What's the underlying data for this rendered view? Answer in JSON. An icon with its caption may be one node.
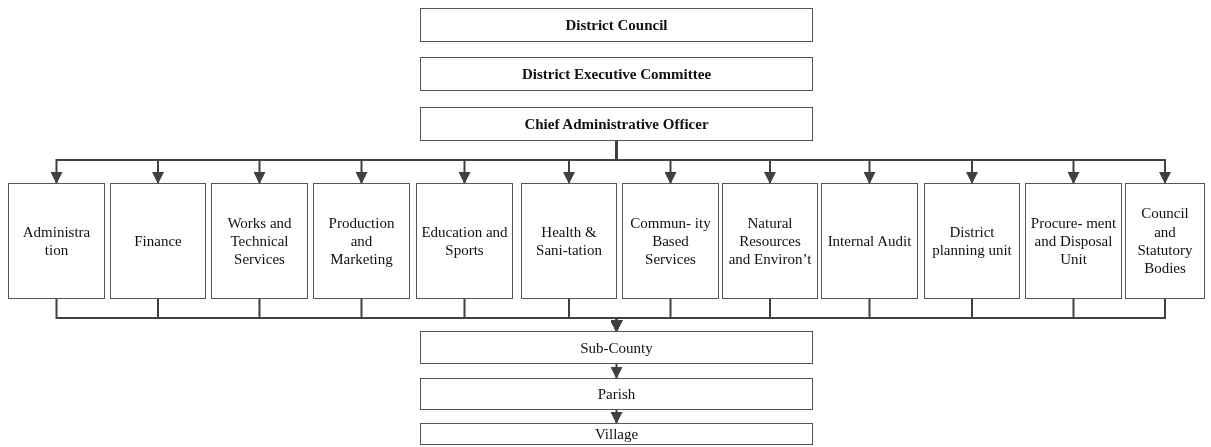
{
  "diagram": {
    "nodes": [
      {
        "text": [
          "District Council"
        ]
      },
      {
        "text": [
          "District Executive Committee"
        ]
      },
      {
        "text": [
          "Chief Administrative Officer"
        ]
      },
      {
        "text": [
          "Administra tion"
        ]
      },
      {
        "text": [
          "Finance"
        ]
      },
      {
        "text": [
          "Works and Technical Services"
        ]
      },
      {
        "text": [
          "Production and Marketing"
        ]
      },
      {
        "text": [
          "Education and Sports"
        ]
      },
      {
        "text": [
          "Health & Sani-tation"
        ]
      },
      {
        "text": [
          "Commun- ity Based Services"
        ]
      },
      {
        "text": [
          "Natural Resources and Environ’t"
        ]
      },
      {
        "text": [
          "Internal Audit"
        ]
      },
      {
        "text": [
          "District planning unit"
        ]
      },
      {
        "text": [
          "Procure- ment and Disposal Unit"
        ]
      },
      {
        "text": [
          "Council and Statutory Bodies"
        ]
      },
      {
        "text": [
          "Sub-County"
        ]
      },
      {
        "text": [
          "Parish"
        ]
      },
      {
        "text": [
          "Village"
        ]
      }
    ],
    "edges": [
      {
        "from": 2,
        "to": 3,
        "arrow": "to"
      },
      {
        "from": 2,
        "to": 4,
        "arrow": "to"
      },
      {
        "from": 2,
        "to": 5,
        "arrow": "to"
      },
      {
        "from": 2,
        "to": 6,
        "arrow": "to"
      },
      {
        "from": 2,
        "to": 7,
        "arrow": "to"
      },
      {
        "from": 2,
        "to": 8,
        "arrow": "to"
      },
      {
        "from": 2,
        "to": 9,
        "arrow": "to"
      },
      {
        "from": 2,
        "to": 10,
        "arrow": "to"
      },
      {
        "from": 2,
        "to": 11,
        "arrow": "to"
      },
      {
        "from": 2,
        "to": 12,
        "arrow": "to"
      },
      {
        "from": 2,
        "to": 13,
        "arrow": "to"
      },
      {
        "from": 2,
        "to": 14,
        "arrow": "to"
      },
      {
        "from": 3,
        "to": 15,
        "arrow": "to"
      },
      {
        "from": 4,
        "to": 15,
        "arrow": "to"
      },
      {
        "from": 5,
        "to": 15,
        "arrow": "to"
      },
      {
        "from": 6,
        "to": 15,
        "arrow": "to"
      },
      {
        "from": 7,
        "to": 15,
        "arrow": "to"
      },
      {
        "from": 8,
        "to": 15,
        "arrow": "to"
      },
      {
        "from": 9,
        "to": 15,
        "arrow": "to"
      },
      {
        "from": 10,
        "to": 15,
        "arrow": "to"
      },
      {
        "from": 11,
        "to": 15,
        "arrow": "to"
      },
      {
        "from": 12,
        "to": 15,
        "arrow": "to"
      },
      {
        "from": 13,
        "to": 15,
        "arrow": "to"
      },
      {
        "from": 14,
        "to": 15,
        "arrow": "to"
      },
      {
        "from": 15,
        "to": 16,
        "arrow": "to"
      },
      {
        "from": 16,
        "to": 17,
        "arrow": "to"
      }
    ]
  }
}
